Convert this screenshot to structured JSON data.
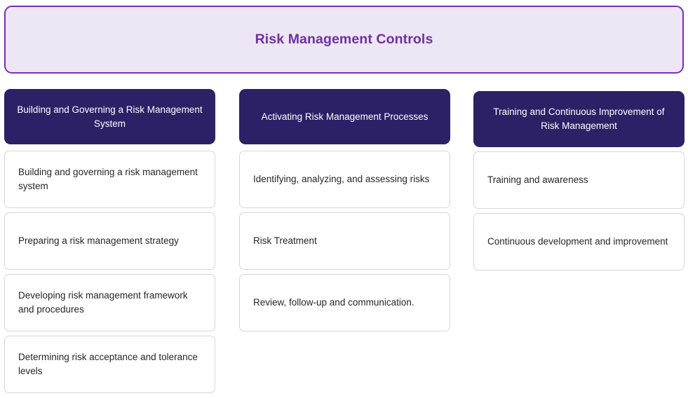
{
  "banner": {
    "title": "Risk Management Controls",
    "fill_color": "#EDE6F5",
    "border_color": "#7B2FB5",
    "text_color": "#7030A0"
  },
  "theme": {
    "header_fill": "#2C2166",
    "header_text_color": "#FFFFFF",
    "card_fill": "#FFFFFF",
    "card_border": "#D7D7D7",
    "card_text_color": "#262626"
  },
  "columns": [
    {
      "header": "Building and Governing a Risk Management System",
      "cards": [
        "Building and governing a risk management system",
        "Preparing a risk management strategy",
        "Developing risk management framework and procedures",
        "Determining risk acceptance and tolerance levels"
      ]
    },
    {
      "header": "Activating Risk Management Processes",
      "cards": [
        "Identifying, analyzing, and assessing risks",
        "Risk Treatment",
        "Review, follow-up and communication."
      ]
    },
    {
      "header": "Training and Continuous Improvement of Risk Management",
      "cards": [
        "Training and awareness",
        "Continuous development and improvement"
      ]
    }
  ]
}
